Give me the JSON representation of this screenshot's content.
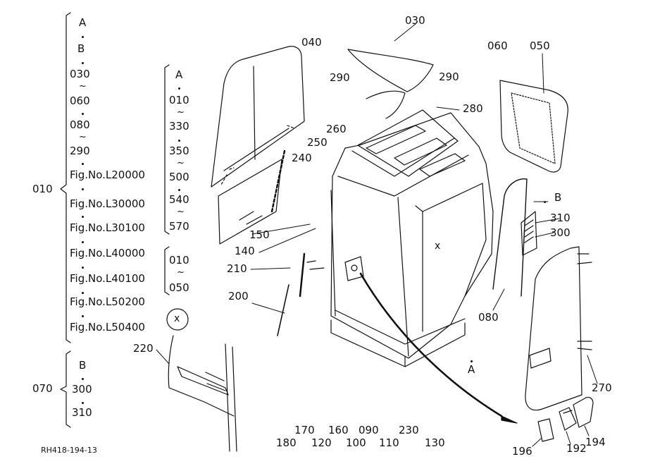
{
  "diagram_id": "RH418-194-13",
  "group_010": {
    "label": "010",
    "list": [
      "A",
      "B",
      "030",
      "060",
      "080",
      "290",
      "Fig.No.L20000",
      "Fig.No.L30000",
      "Fig.No.L30100",
      "Fig.No.L40000",
      "Fig.No.L40100",
      "Fig.No.L50200",
      "Fig.No.L50400"
    ],
    "sub_a": [
      "A",
      "010",
      "330",
      "350",
      "500",
      "540",
      "570"
    ],
    "sub_b": [
      "010",
      "050"
    ]
  },
  "group_070": {
    "label": "070",
    "list": [
      "B",
      "300",
      "310"
    ]
  },
  "markers": {
    "x": "x",
    "a": "A",
    "b": "B"
  },
  "callouts": {
    "c030": "030",
    "c040": "040",
    "c050": "050",
    "c060": "060",
    "c290a": "290",
    "c290b": "290",
    "c280": "280",
    "c260": "260",
    "c250": "250",
    "c240": "240",
    "c150": "150",
    "c140": "140",
    "c210": "210",
    "c200": "200",
    "c220": "220",
    "c310": "310",
    "c300": "300",
    "c080": "080",
    "c270": "270",
    "c196": "196",
    "c192": "192",
    "c194": "194"
  },
  "bottom_row1": [
    "170",
    "160",
    "090",
    "230"
  ],
  "bottom_row2": [
    "180",
    "120",
    "100",
    "110",
    "130"
  ]
}
